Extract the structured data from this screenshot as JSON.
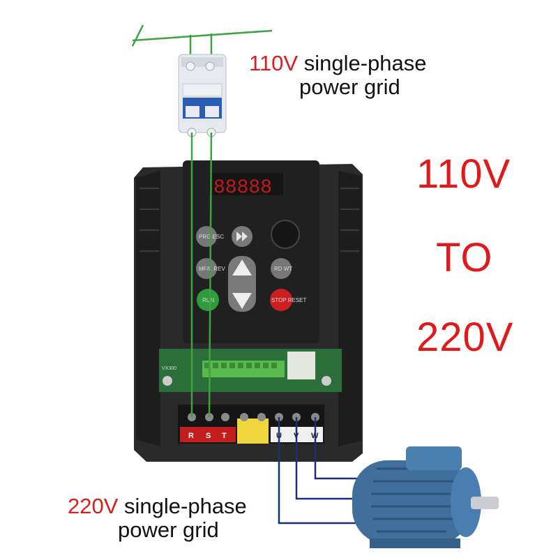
{
  "top_label": {
    "voltage": "110V",
    "text_line1": " single-phase",
    "text_line2": "power grid"
  },
  "bottom_label": {
    "voltage": "220V",
    "text_line1": " single-phase",
    "text_line2": "power grid"
  },
  "conversion": {
    "from": "110V",
    "word": "TO",
    "to": "220V"
  },
  "keypad": {
    "display": "88888",
    "prg": "PRG ESC",
    "mf": "MF/K REV",
    "rd": "RD WT",
    "run": "RUN",
    "stop": "STOP RESET"
  },
  "input_terminals": [
    "R",
    "S",
    "T"
  ],
  "output_terminals": [
    "U",
    "V",
    "W"
  ],
  "board_text": "VX300",
  "colors": {
    "accent_red": "#e01a1a",
    "input_wire": "#3ea33e",
    "output_wire": "#1a2f78",
    "motor": "#3f6f9a"
  }
}
